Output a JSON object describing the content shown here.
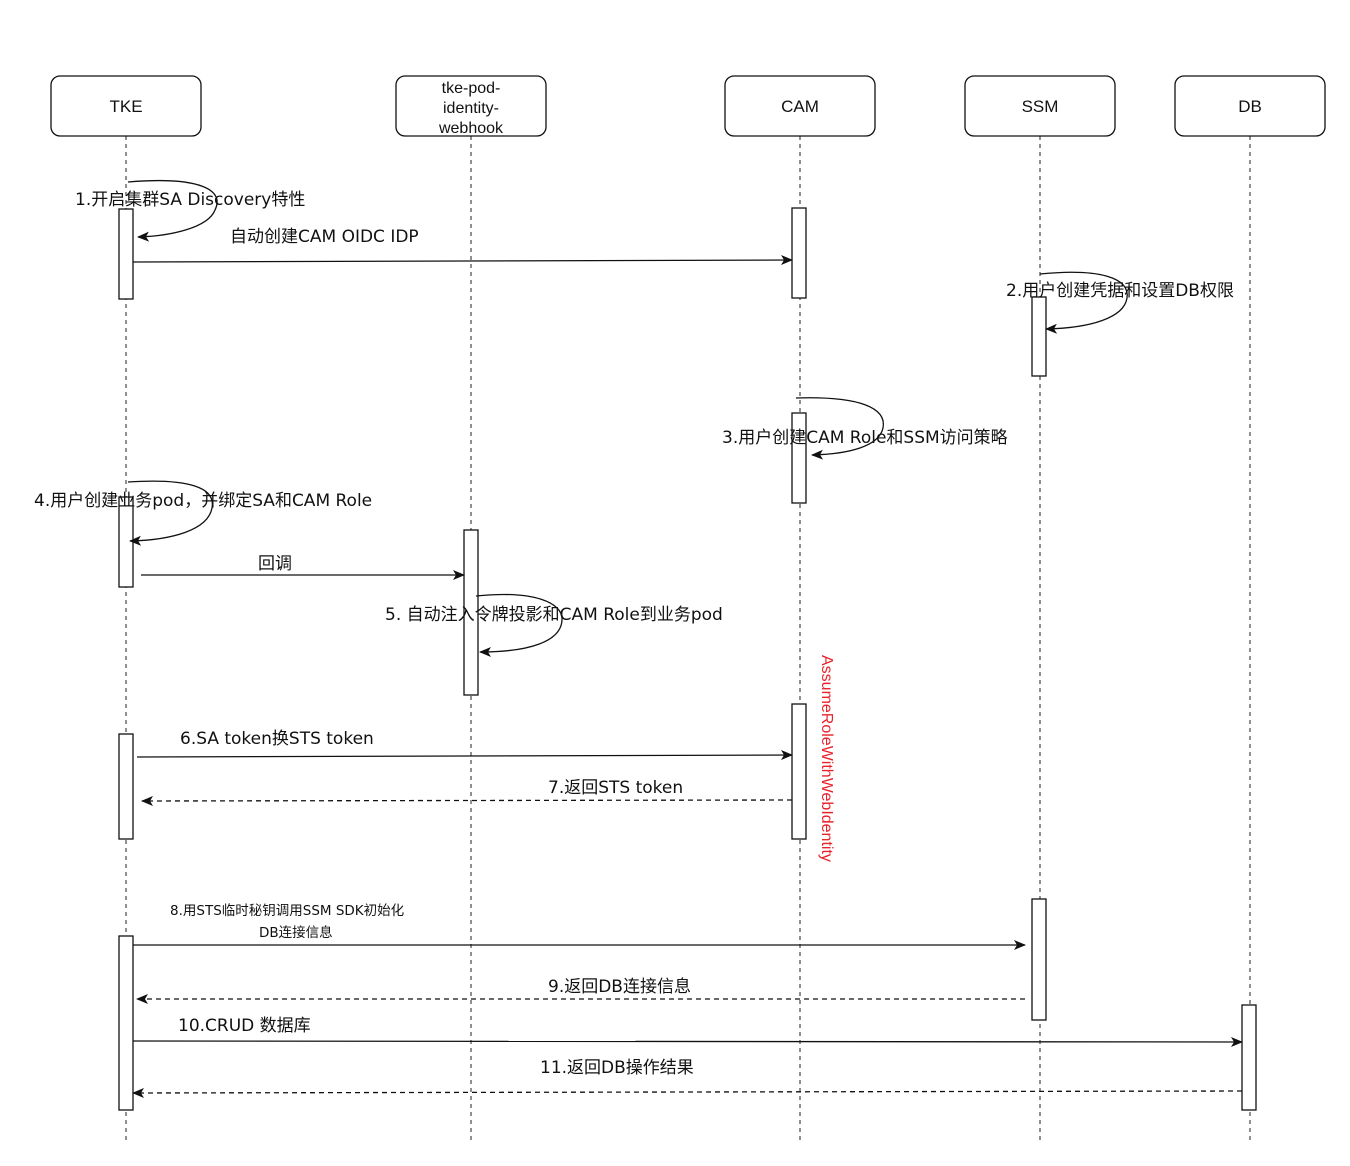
{
  "participants": {
    "tke": "TKE",
    "webhook_line1": "tke-pod-",
    "webhook_line2": "identity-",
    "webhook_line3": "webhook",
    "cam": "CAM",
    "ssm": "SSM",
    "db": "DB"
  },
  "messages": {
    "m1": "1.开启集群SA Discovery特性",
    "m1b": "自动创建CAM OIDC IDP",
    "m2": "2.用户创建凭据和设置DB权限",
    "m3": "3.用户创建CAM Role和SSM访问策略",
    "m4": "4.用户创建业务pod，并绑定SA和CAM Role",
    "m4b": "回调",
    "m5": "5. 自动注入令牌投影和CAM Role到业务pod",
    "m6": "6.SA token换STS token",
    "m7": "7.返回STS token",
    "m8_line1": "8.用STS临时秘钥调用SSM SDK初始化",
    "m8_line2": "DB连接信息",
    "m9": "9.返回DB连接信息",
    "m10": "10.CRUD 数据库",
    "m11": "11.返回DB操作结果"
  },
  "annotation": {
    "vertical_label": "AssumeRoleWithWebIdentity",
    "color": "#e8232b"
  }
}
